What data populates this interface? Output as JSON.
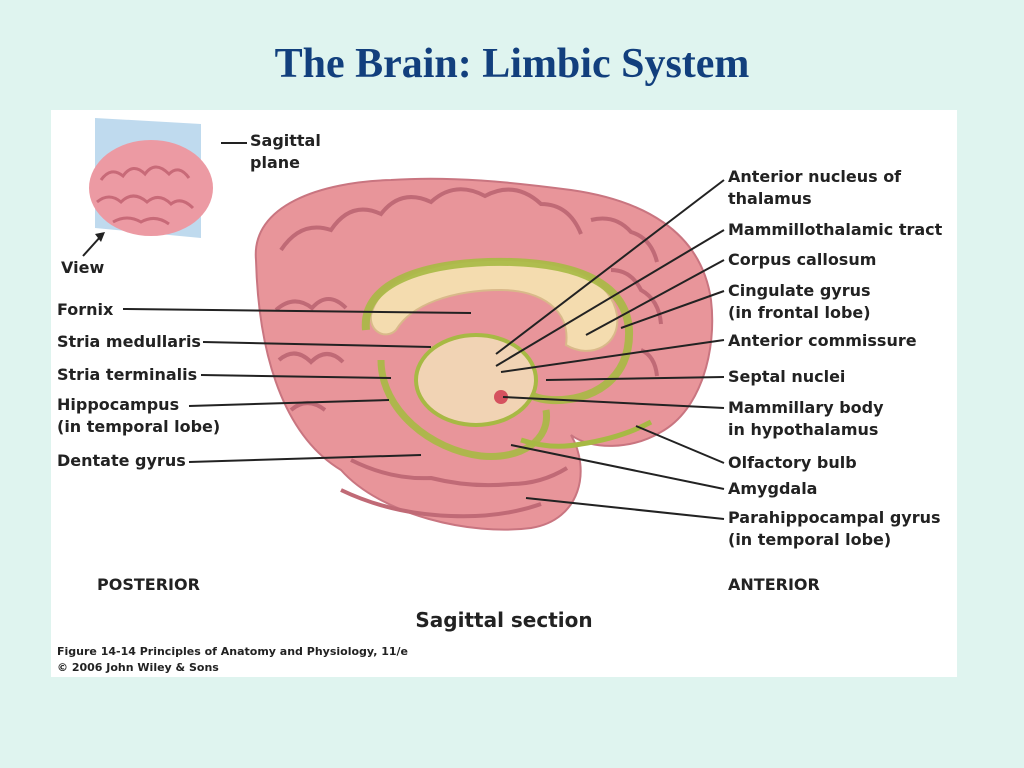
{
  "slide": {
    "title": "The Brain: Limbic System"
  },
  "figure": {
    "inset": {
      "plane_label": "Sagittal\nplane",
      "view_label": "View"
    },
    "labels_left": [
      "Fornix",
      "Stria medullaris",
      "Stria terminalis",
      "Hippocampus\n(in temporal lobe)",
      "Dentate gyrus"
    ],
    "labels_right": [
      "Anterior nucleus of\nthalamus",
      "Mammillothalamic tract",
      "Corpus callosum",
      "Cingulate gyrus\n(in frontal lobe)",
      "Anterior commissure",
      "Septal nuclei",
      "Mammillary body\nin hypothalamus",
      "Olfactory bulb",
      "Amygdala",
      "Parahippocampal gyrus\n(in temporal lobe)"
    ],
    "orientation": {
      "posterior": "POSTERIOR",
      "anterior": "ANTERIOR"
    },
    "section_title": "Sagittal section",
    "caption_line1": "Figure 14-14  Principles of Anatomy and Physiology, 11/e",
    "caption_line2": "© 2006 John Wiley & Sons"
  },
  "colors": {
    "title": "#123f7d",
    "background": "#dff4ef",
    "cortex": "#e8959a",
    "limbic": "#a7b944",
    "callosum": "#f4dcaf"
  }
}
